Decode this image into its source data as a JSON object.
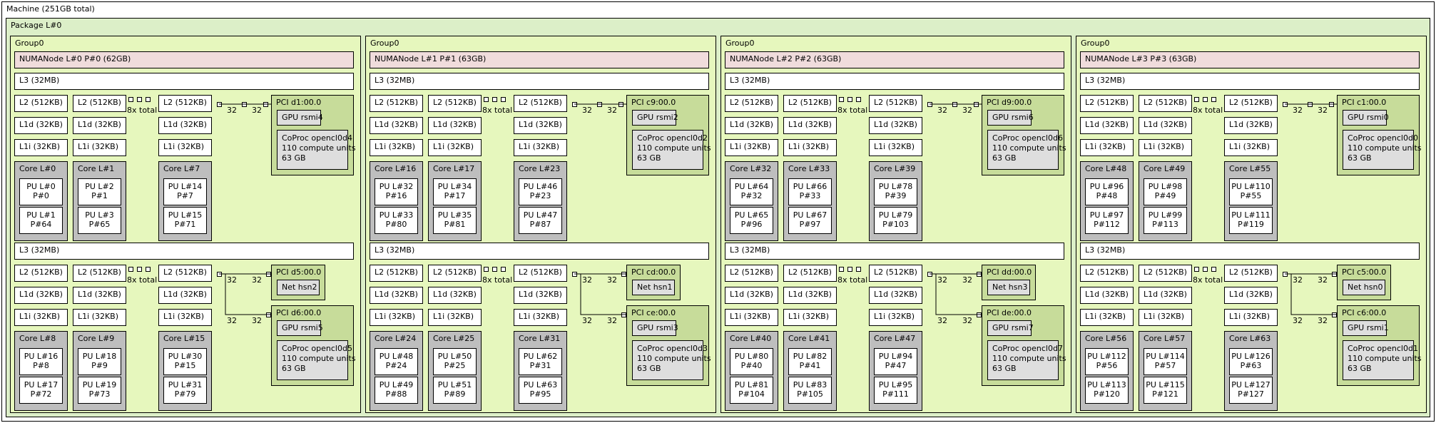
{
  "machine": {
    "label": "Machine (251GB total)"
  },
  "package": {
    "label": "Package L#0"
  },
  "labels": {
    "group": "Group0",
    "l3": "L3 (32MB)",
    "l2": "L2 (512KB)",
    "l1d": "L1d (32KB)",
    "l1i": "L1i (32KB)",
    "total": "8x total",
    "link_count": "32"
  },
  "groups": [
    {
      "numa": "NUMANode L#0 P#0 (62GB)",
      "halves": [
        {
          "cores": [
            {
              "label": "Core L#0",
              "pus": [
                [
                  "PU L#0",
                  "P#0"
                ],
                [
                  "PU L#1",
                  "P#64"
                ]
              ]
            },
            {
              "label": "Core L#1",
              "pus": [
                [
                  "PU L#2",
                  "P#1"
                ],
                [
                  "PU L#3",
                  "P#65"
                ]
              ]
            },
            {
              "label": "Core L#7",
              "pus": [
                [
                  "PU L#14",
                  "P#7"
                ],
                [
                  "PU L#15",
                  "P#71"
                ]
              ]
            }
          ],
          "pcis": [
            {
              "label": "PCI d1:00.0",
              "devices": [
                {
                  "kind": "gpu",
                  "label": "GPU rsmi4"
                },
                {
                  "kind": "coproc",
                  "label": "CoProc opencl0d4\n110 compute units\n63 GB"
                }
              ]
            }
          ]
        },
        {
          "cores": [
            {
              "label": "Core L#8",
              "pus": [
                [
                  "PU L#16",
                  "P#8"
                ],
                [
                  "PU L#17",
                  "P#72"
                ]
              ]
            },
            {
              "label": "Core L#9",
              "pus": [
                [
                  "PU L#18",
                  "P#9"
                ],
                [
                  "PU L#19",
                  "P#73"
                ]
              ]
            },
            {
              "label": "Core L#15",
              "pus": [
                [
                  "PU L#30",
                  "P#15"
                ],
                [
                  "PU L#31",
                  "P#79"
                ]
              ]
            }
          ],
          "pcis": [
            {
              "label": "PCI d5:00.0",
              "devices": [
                {
                  "kind": "net",
                  "label": "Net hsn2"
                }
              ]
            },
            {
              "label": "PCI d6:00.0",
              "devices": [
                {
                  "kind": "gpu",
                  "label": "GPU rsmi5"
                },
                {
                  "kind": "coproc",
                  "label": "CoProc opencl0d5\n110 compute units\n63 GB"
                }
              ]
            }
          ]
        }
      ]
    },
    {
      "numa": "NUMANode L#1 P#1 (63GB)",
      "halves": [
        {
          "cores": [
            {
              "label": "Core L#16",
              "pus": [
                [
                  "PU L#32",
                  "P#16"
                ],
                [
                  "PU L#33",
                  "P#80"
                ]
              ]
            },
            {
              "label": "Core L#17",
              "pus": [
                [
                  "PU L#34",
                  "P#17"
                ],
                [
                  "PU L#35",
                  "P#81"
                ]
              ]
            },
            {
              "label": "Core L#23",
              "pus": [
                [
                  "PU L#46",
                  "P#23"
                ],
                [
                  "PU L#47",
                  "P#87"
                ]
              ]
            }
          ],
          "pcis": [
            {
              "label": "PCI c9:00.0",
              "devices": [
                {
                  "kind": "gpu",
                  "label": "GPU rsmi2"
                },
                {
                  "kind": "coproc",
                  "label": "CoProc opencl0d2\n110 compute units\n63 GB"
                }
              ]
            }
          ]
        },
        {
          "cores": [
            {
              "label": "Core L#24",
              "pus": [
                [
                  "PU L#48",
                  "P#24"
                ],
                [
                  "PU L#49",
                  "P#88"
                ]
              ]
            },
            {
              "label": "Core L#25",
              "pus": [
                [
                  "PU L#50",
                  "P#25"
                ],
                [
                  "PU L#51",
                  "P#89"
                ]
              ]
            },
            {
              "label": "Core L#31",
              "pus": [
                [
                  "PU L#62",
                  "P#31"
                ],
                [
                  "PU L#63",
                  "P#95"
                ]
              ]
            }
          ],
          "pcis": [
            {
              "label": "PCI cd:00.0",
              "devices": [
                {
                  "kind": "net",
                  "label": "Net hsn1"
                }
              ]
            },
            {
              "label": "PCI ce:00.0",
              "devices": [
                {
                  "kind": "gpu",
                  "label": "GPU rsmi3"
                },
                {
                  "kind": "coproc",
                  "label": "CoProc opencl0d3\n110 compute units\n63 GB"
                }
              ]
            }
          ]
        }
      ]
    },
    {
      "numa": "NUMANode L#2 P#2 (63GB)",
      "halves": [
        {
          "cores": [
            {
              "label": "Core L#32",
              "pus": [
                [
                  "PU L#64",
                  "P#32"
                ],
                [
                  "PU L#65",
                  "P#96"
                ]
              ]
            },
            {
              "label": "Core L#33",
              "pus": [
                [
                  "PU L#66",
                  "P#33"
                ],
                [
                  "PU L#67",
                  "P#97"
                ]
              ]
            },
            {
              "label": "Core L#39",
              "pus": [
                [
                  "PU L#78",
                  "P#39"
                ],
                [
                  "PU L#79",
                  "P#103"
                ]
              ]
            }
          ],
          "pcis": [
            {
              "label": "PCI d9:00.0",
              "devices": [
                {
                  "kind": "gpu",
                  "label": "GPU rsmi6"
                },
                {
                  "kind": "coproc",
                  "label": "CoProc opencl0d6\n110 compute units\n63 GB"
                }
              ]
            }
          ]
        },
        {
          "cores": [
            {
              "label": "Core L#40",
              "pus": [
                [
                  "PU L#80",
                  "P#40"
                ],
                [
                  "PU L#81",
                  "P#104"
                ]
              ]
            },
            {
              "label": "Core L#41",
              "pus": [
                [
                  "PU L#82",
                  "P#41"
                ],
                [
                  "PU L#83",
                  "P#105"
                ]
              ]
            },
            {
              "label": "Core L#47",
              "pus": [
                [
                  "PU L#94",
                  "P#47"
                ],
                [
                  "PU L#95",
                  "P#111"
                ]
              ]
            }
          ],
          "pcis": [
            {
              "label": "PCI dd:00.0",
              "devices": [
                {
                  "kind": "net",
                  "label": "Net hsn3"
                }
              ]
            },
            {
              "label": "PCI de:00.0",
              "devices": [
                {
                  "kind": "gpu",
                  "label": "GPU rsmi7"
                },
                {
                  "kind": "coproc",
                  "label": "CoProc opencl0d7\n110 compute units\n63 GB"
                }
              ]
            }
          ]
        }
      ]
    },
    {
      "numa": "NUMANode L#3 P#3 (63GB)",
      "halves": [
        {
          "cores": [
            {
              "label": "Core L#48",
              "pus": [
                [
                  "PU L#96",
                  "P#48"
                ],
                [
                  "PU L#97",
                  "P#112"
                ]
              ]
            },
            {
              "label": "Core L#49",
              "pus": [
                [
                  "PU L#98",
                  "P#49"
                ],
                [
                  "PU L#99",
                  "P#113"
                ]
              ]
            },
            {
              "label": "Core L#55",
              "pus": [
                [
                  "PU L#110",
                  "P#55"
                ],
                [
                  "PU L#111",
                  "P#119"
                ]
              ]
            }
          ],
          "pcis": [
            {
              "label": "PCI c1:00.0",
              "devices": [
                {
                  "kind": "gpu",
                  "label": "GPU rsmi0"
                },
                {
                  "kind": "coproc",
                  "label": "CoProc opencl0d0\n110 compute units\n63 GB"
                }
              ]
            }
          ]
        },
        {
          "cores": [
            {
              "label": "Core L#56",
              "pus": [
                [
                  "PU L#112",
                  "P#56"
                ],
                [
                  "PU L#113",
                  "P#120"
                ]
              ]
            },
            {
              "label": "Core L#57",
              "pus": [
                [
                  "PU L#114",
                  "P#57"
                ],
                [
                  "PU L#115",
                  "P#121"
                ]
              ]
            },
            {
              "label": "Core L#63",
              "pus": [
                [
                  "PU L#126",
                  "P#63"
                ],
                [
                  "PU L#127",
                  "P#127"
                ]
              ]
            }
          ],
          "pcis": [
            {
              "label": "PCI c5:00.0",
              "devices": [
                {
                  "kind": "net",
                  "label": "Net hsn0"
                }
              ]
            },
            {
              "label": "PCI c6:00.0",
              "devices": [
                {
                  "kind": "gpu",
                  "label": "GPU rsmi1"
                },
                {
                  "kind": "coproc",
                  "label": "CoProc opencl0d1\n110 compute units\n63 GB"
                }
              ]
            }
          ]
        }
      ]
    }
  ]
}
